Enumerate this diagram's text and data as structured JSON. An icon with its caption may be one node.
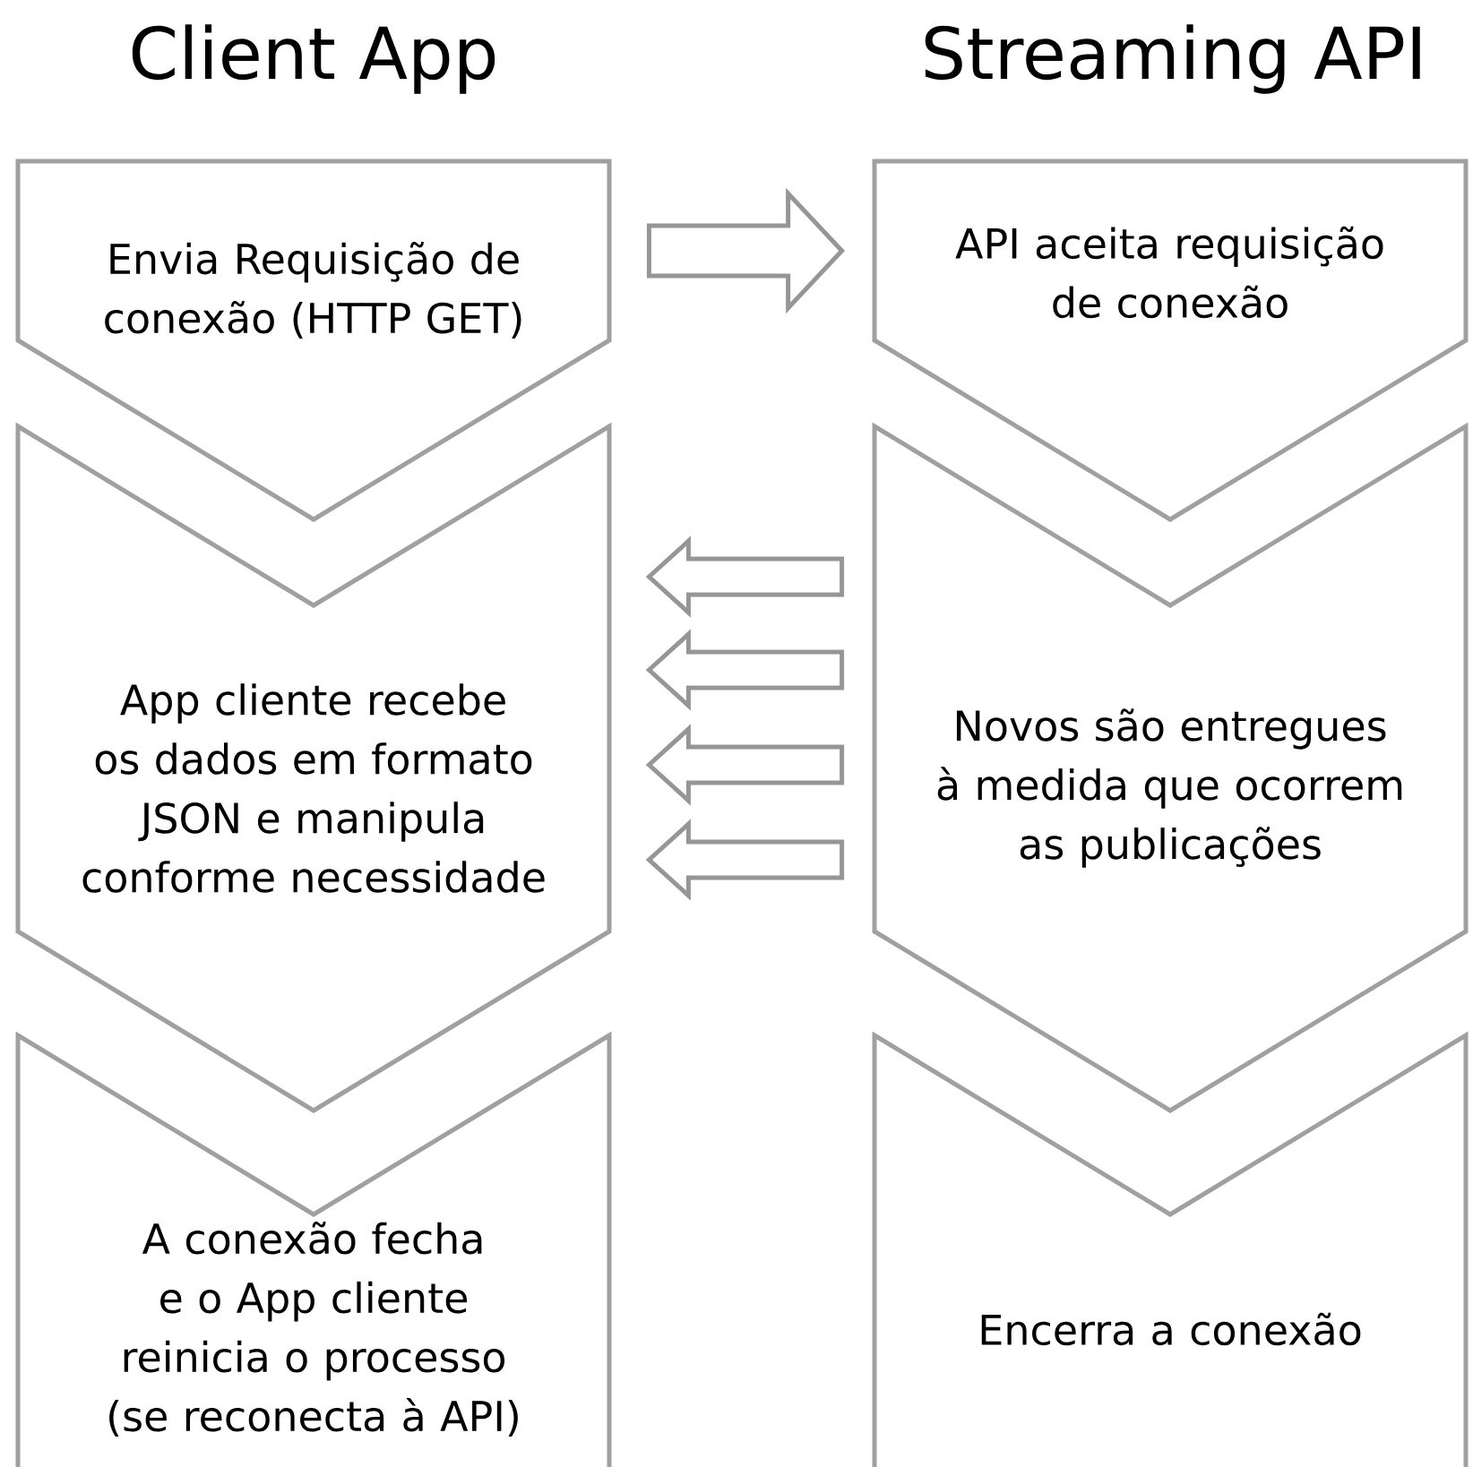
{
  "diagram": {
    "nodes": [
      {
        "text": [
          "Envia Requisição de conexão (HTTP GET)"
        ]
      },
      {
        "text": [
          "API aceita requisição de conexão"
        ]
      },
      {
        "text": [
          "App cliente recebe os dados em formato JSON e manipula conforme necessidade"
        ]
      },
      {
        "text": [
          "Novos são entregues à medida que ocorrem as publicações"
        ]
      },
      {
        "text": [
          "A conexão fecha e o App cliente reinicia o processo (se reconecta à API)"
        ]
      },
      {
        "text": [
          "Encerra a conexão"
        ]
      }
    ],
    "edges": [
      {
        "from": 0,
        "to": 1,
        "arrow": "to"
      },
      {
        "from": 3,
        "to": 2,
        "arrow": "to"
      },
      {
        "from": 3,
        "to": 2,
        "arrow": "to"
      },
      {
        "from": 3,
        "to": 2,
        "arrow": "to"
      },
      {
        "from": 3,
        "to": 2,
        "arrow": "to"
      }
    ],
    "labels": [
      "Client App",
      "Streaming API"
    ]
  }
}
